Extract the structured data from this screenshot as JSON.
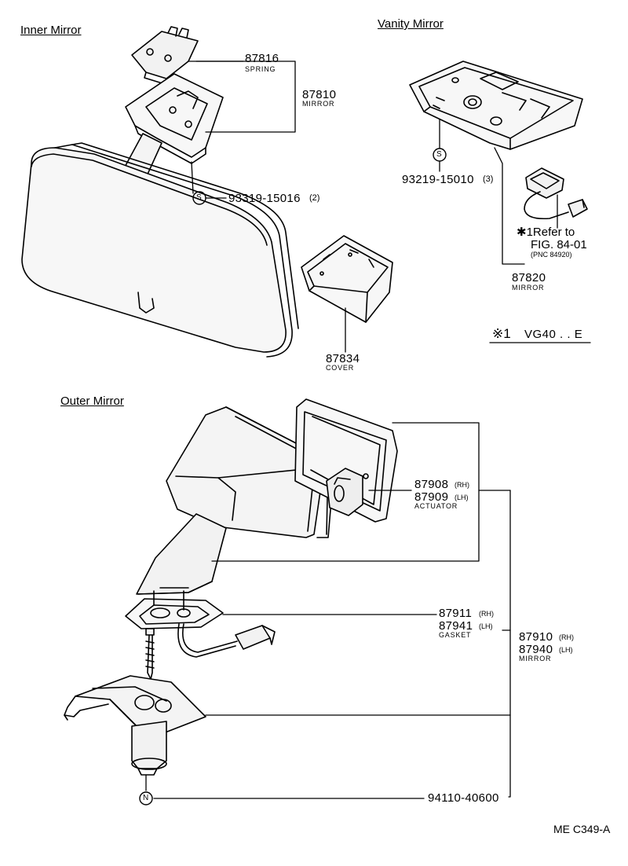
{
  "sections": {
    "inner": "Inner Mirror",
    "vanity": "Vanity Mirror",
    "outer": "Outer Mirror"
  },
  "parts": {
    "p87816": {
      "number": "87816",
      "name": "SPRING"
    },
    "p87810": {
      "number": "87810",
      "name": "MIRROR"
    },
    "p93319": {
      "symbol": "S",
      "number": "93319-15016",
      "qty": "(2)"
    },
    "p87834": {
      "number": "87834",
      "name": "COVER"
    },
    "p93219": {
      "symbol": "S",
      "number": "93219-15010",
      "qty": "(3)"
    },
    "p87820": {
      "number": "87820",
      "name": "MIRROR"
    },
    "p87908": {
      "number": "87908",
      "side": "(RH)"
    },
    "p87909": {
      "number": "87909",
      "side": "(LH)",
      "name": "ACTUATOR"
    },
    "p87911": {
      "number": "87911",
      "side": "(RH)"
    },
    "p87941": {
      "number": "87941",
      "side": "(LH)",
      "name": "GASKET"
    },
    "p87910": {
      "number": "87910",
      "side": "(RH)"
    },
    "p87940": {
      "number": "87940",
      "side": "(LH)",
      "name": "MIRROR"
    },
    "p94110": {
      "symbol": "N",
      "number": "94110-40600"
    }
  },
  "reference": {
    "line1": "✱1Refer to",
    "line2": "FIG. 84-01",
    "line3": "(PNC 84920)"
  },
  "note": {
    "mark": "※1",
    "text": "VG40 . . E"
  },
  "figure_id": "ME C349-A"
}
